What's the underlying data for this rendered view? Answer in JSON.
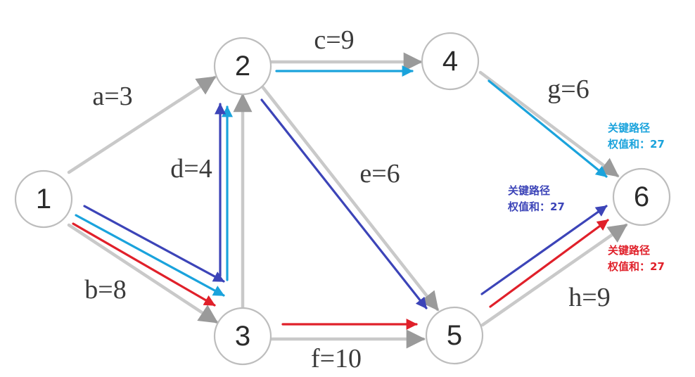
{
  "colors": {
    "background": "#ffffff",
    "path_red": "#e0202a",
    "path_blue": "#3c44b8",
    "path_cyan": "#1aa3dc"
  },
  "nodes": [
    {
      "id": "1",
      "label": "1"
    },
    {
      "id": "2",
      "label": "2"
    },
    {
      "id": "3",
      "label": "3"
    },
    {
      "id": "4",
      "label": "4"
    },
    {
      "id": "5",
      "label": "5"
    },
    {
      "id": "6",
      "label": "6"
    }
  ],
  "edges": [
    {
      "id": "a",
      "from": "1",
      "to": "2",
      "label": "a=3"
    },
    {
      "id": "b",
      "from": "1",
      "to": "3",
      "label": "b=8"
    },
    {
      "id": "c",
      "from": "2",
      "to": "4",
      "label": "c=9"
    },
    {
      "id": "d",
      "from": "3",
      "to": "2",
      "label": "d=4"
    },
    {
      "id": "e",
      "from": "2",
      "to": "5",
      "label": "e=6"
    },
    {
      "id": "f",
      "from": "3",
      "to": "5",
      "label": "f=10"
    },
    {
      "id": "g",
      "from": "4",
      "to": "6",
      "label": "g=6"
    },
    {
      "id": "h",
      "from": "5",
      "to": "6",
      "label": "h=9"
    }
  ],
  "critical_paths": [
    {
      "color": "#1aa3dc",
      "nodes": [
        "1",
        "3",
        "2",
        "4",
        "6"
      ],
      "note_line1": "关键路径",
      "note_line2": "权值和：27"
    },
    {
      "color": "#3c44b8",
      "nodes": [
        "1",
        "3",
        "2",
        "5",
        "6"
      ],
      "note_line1": "关键路径",
      "note_line2": "权值和：27"
    },
    {
      "color": "#e0202a",
      "nodes": [
        "1",
        "3",
        "5",
        "6"
      ],
      "note_line1": "关键路径",
      "note_line2": "权值和：27"
    }
  ]
}
